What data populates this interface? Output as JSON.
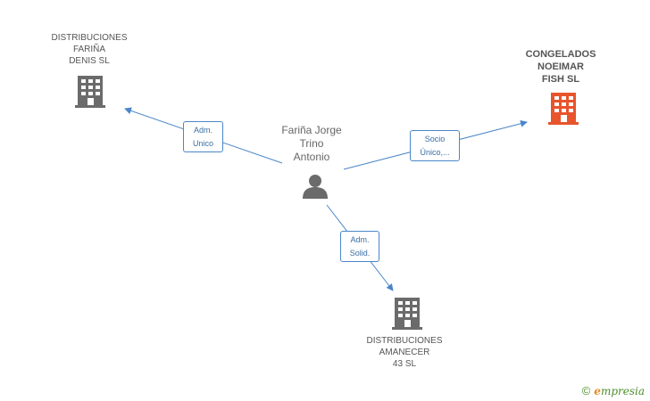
{
  "colors": {
    "edge": "#4a86c8",
    "company_icon": "#6b6b6b",
    "highlight_icon": "#e8542c",
    "person_icon": "#6b6b6b"
  },
  "person": {
    "name": "Fariña Jorge\nTrino\nAntonio",
    "icon": "person-icon"
  },
  "companies": [
    {
      "id": "distribuciones-farina",
      "name": "DISTRIBUCIONES\nFARIÑA\nDENIS SL",
      "icon": "building-icon",
      "highlight": false
    },
    {
      "id": "congelados-noeimar",
      "name": "CONGELADOS\nNOEIMAR\nFISH SL",
      "icon": "building-icon",
      "highlight": true
    },
    {
      "id": "distribuciones-amanecer",
      "name": "DISTRIBUCIONES\nAMANECER\n43 SL",
      "icon": "building-icon",
      "highlight": false
    }
  ],
  "relations": [
    {
      "label": "Adm.\nUnico"
    },
    {
      "label": "Socio\nÚnico,..."
    },
    {
      "label": "Adm.\nSolid."
    }
  ],
  "watermark": {
    "copyright": "©",
    "brand_first": "e",
    "brand_rest": "mpresia"
  }
}
